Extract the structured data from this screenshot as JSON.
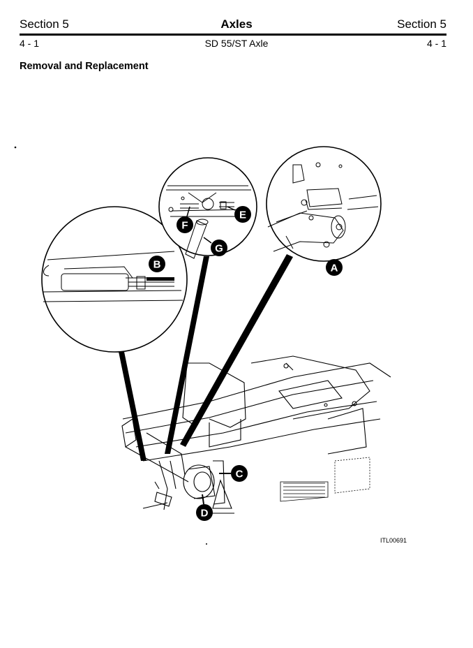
{
  "header": {
    "section_left": "Section 5",
    "title": "Axles",
    "section_right": "Section 5",
    "page_left": "4 - 1",
    "subtitle": "SD 55/ST Axle",
    "page_right": "4 - 1"
  },
  "heading": "Removal and Replacement",
  "figure": {
    "callouts": [
      "A",
      "B",
      "C",
      "D",
      "E",
      "F",
      "G"
    ],
    "reference": "ITL00691"
  }
}
